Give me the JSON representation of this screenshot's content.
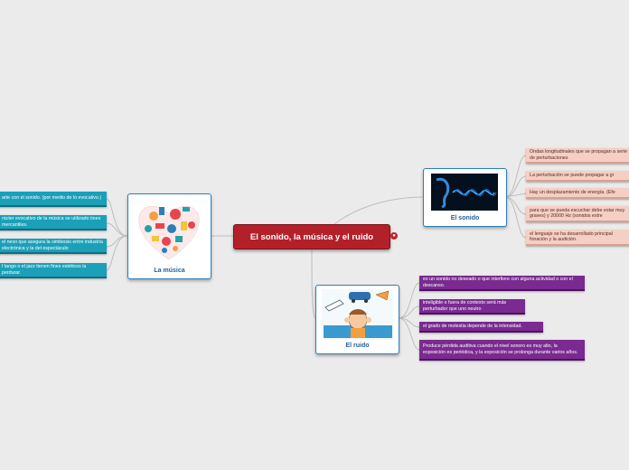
{
  "central": {
    "title": "El sonido, la música y el ruido"
  },
  "la_musica": {
    "label": "La música",
    "items": [
      "arte con el sonido. (por medio de lo evocativo.)",
      "rácter evocativo de la música se utilizado tines mercantiles.",
      "el nexo que asegura la simbiosis entre industria electrónica y la del espectáculo",
      "l tango o el jazz tienen fines estéticos la perdurar."
    ]
  },
  "el_sonido": {
    "label": "El sonido",
    "items": [
      "Ondas longitudinales que se propagan a serie de perturbaciones",
      "La perturbación se puede propagar a gr",
      "Hay un desplazamiento de energía. (Efe",
      "para que se pueda escuchar debe estar muy graves) y 20000 Hz (sonidos extre",
      "el lenguaje se ha desarrollado principal fonación y la audición."
    ]
  },
  "el_ruido": {
    "label": "El ruido",
    "items": [
      "es un sonido no deseado o que interfiere con alguna actividad o con el descanso.",
      "inteligible o fuera de contexto será más perturbador que uno neutro",
      "el grado de molestia depende de la intensidad.",
      "Produce pérdida auditiva cuando el nivel sonoro es muy alto, la exposición es periódica, y la exposición se prolonga durante varios años."
    ]
  }
}
